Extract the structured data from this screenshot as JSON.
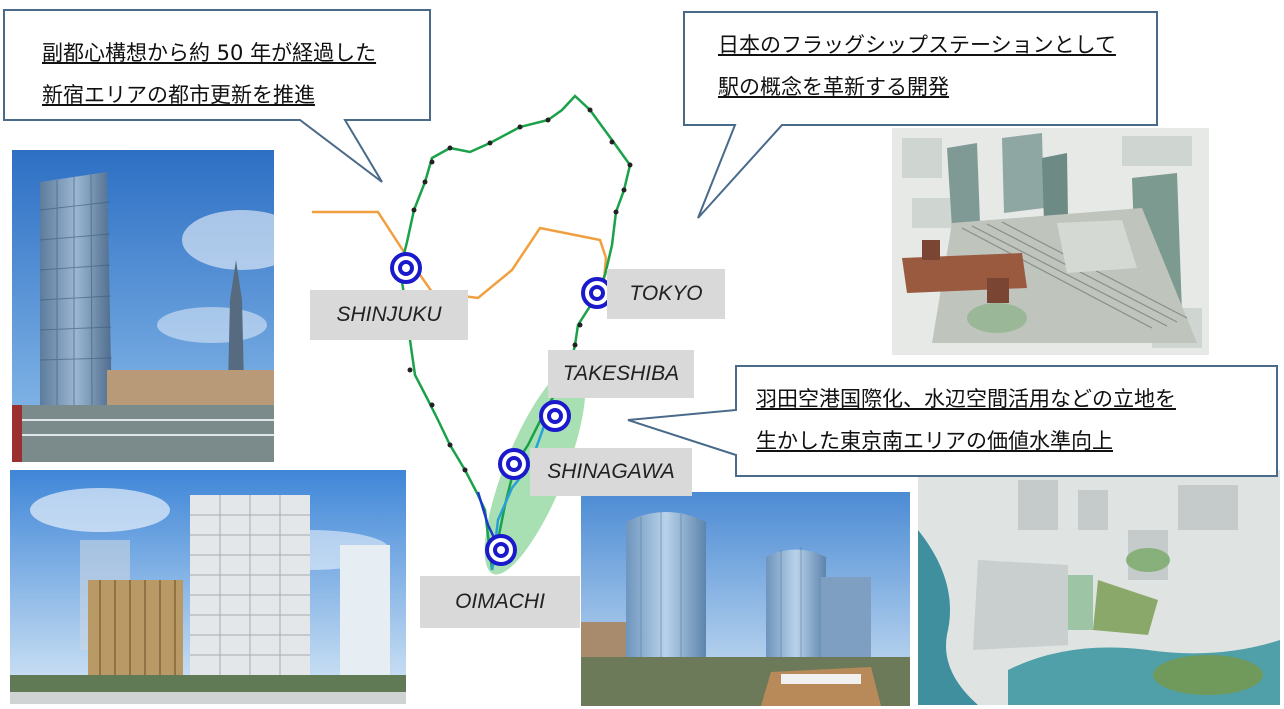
{
  "callouts": {
    "shinjuku": {
      "line1": "副都心構想から約 50 年が経過した",
      "line2": "新宿エリアの都市更新を推進"
    },
    "tokyo": {
      "line1": "日本のフラッグシップステーションとして",
      "line2": "駅の概念を革新する開発"
    },
    "south": {
      "line1": "羽田空港国際化、水辺空間活用などの立地を",
      "line2": "生かした東京南エリアの価値水準向上"
    }
  },
  "stations": {
    "shinjuku": "SHINJUKU",
    "tokyo": "TOKYO",
    "takeshiba": "TAKESHIBA",
    "shinagawa": "SHINAGAWA",
    "oimachi": "OIMACHI"
  },
  "colors": {
    "yamanote_line": "#1aa14a",
    "chuo_line": "#f0a040",
    "keihin_line": "#29a0d8",
    "station_marker": "#1a1acc",
    "south_area": "#a8e0b4",
    "callout_border": "#4a6a8a"
  },
  "icons": {
    "station": "station-marker-icon"
  }
}
